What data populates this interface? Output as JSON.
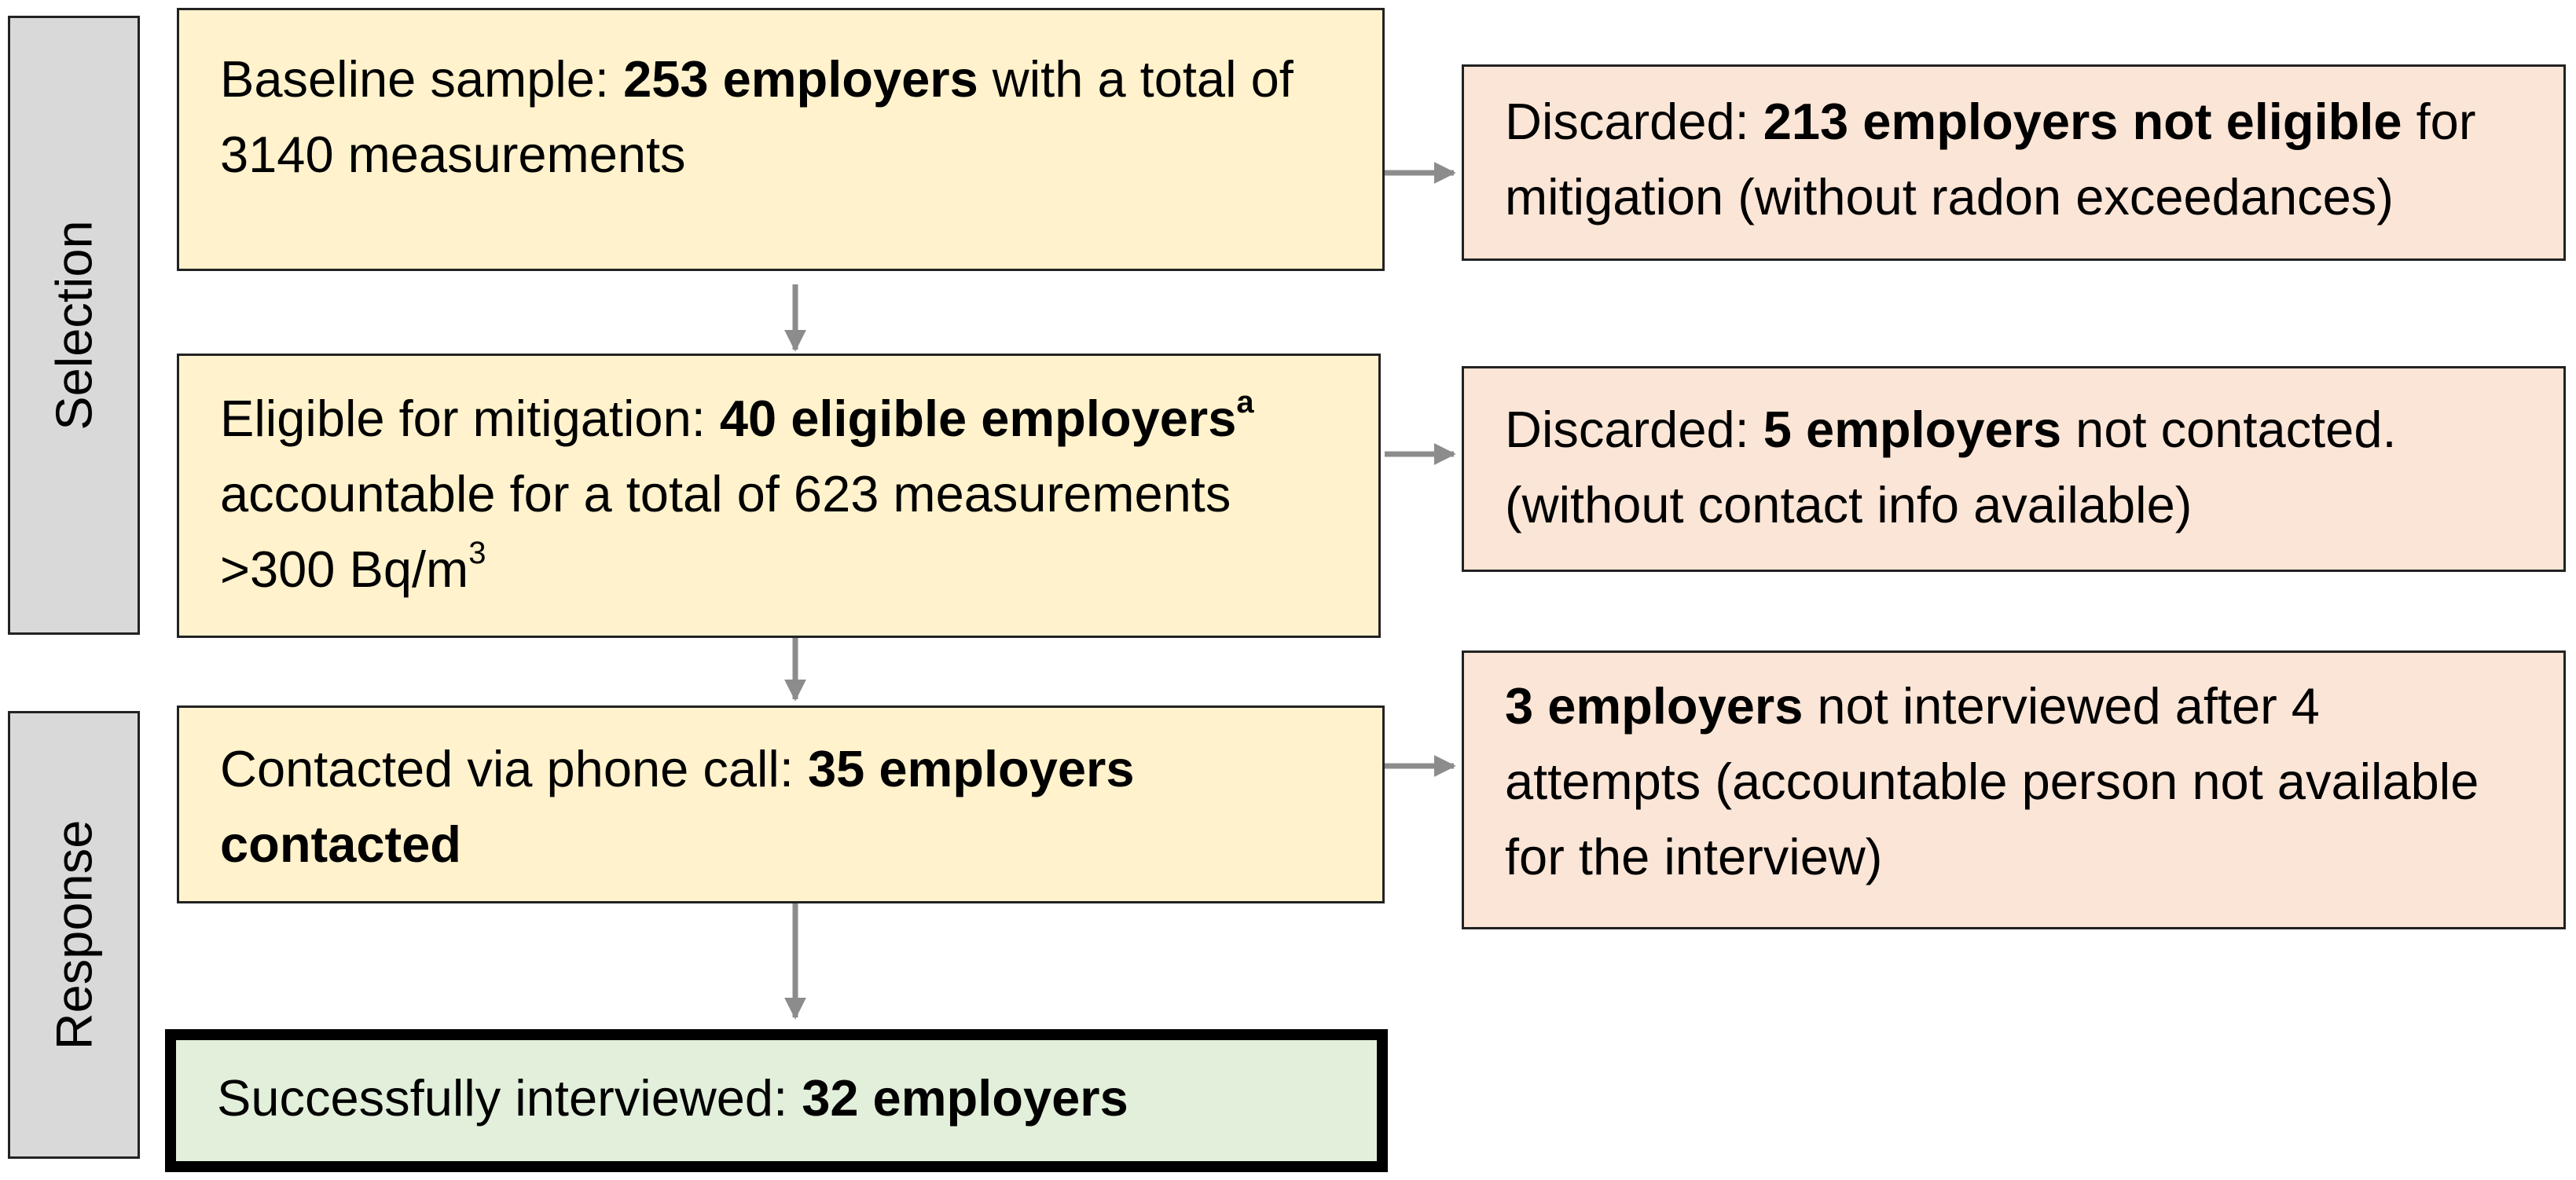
{
  "sidebar": {
    "selection_label": "Selection",
    "response_label": "Response"
  },
  "flow": {
    "baseline": {
      "prefix": "Baseline sample: ",
      "bold": "253 employers",
      "suffix": " with a total of 3140 measurements"
    },
    "discard_1": {
      "prefix": "Discarded: ",
      "bold": "213 employers not eligible",
      "suffix": " for mitigation (without radon exceedances)"
    },
    "eligible": {
      "prefix": "Eligible for mitigation: ",
      "bold": "40 eligible employers",
      "sup": "a",
      "suffix": " accountable for a total of 623 measurements >300 Bq/m",
      "unit_sup": "3"
    },
    "discard_2": {
      "prefix": "Discarded: ",
      "bold": "5 employers",
      "suffix": " not contacted. (without contact info available)"
    },
    "contacted": {
      "prefix": "Contacted via phone call: ",
      "bold": "35 employers contacted"
    },
    "not_interviewed": {
      "bold": "3 employers",
      "suffix": " not interviewed after 4 attempts (accountable person not available for the interview)"
    },
    "interviewed": {
      "prefix": "Successfully interviewed: ",
      "bold": "32 employers"
    }
  },
  "colors": {
    "flow_box": "#fff2cc",
    "discard_box": "#fbe5d6",
    "final_box": "#e2efda",
    "stage_label": "#d9d9d9",
    "arrow": "#8c8c8c"
  }
}
